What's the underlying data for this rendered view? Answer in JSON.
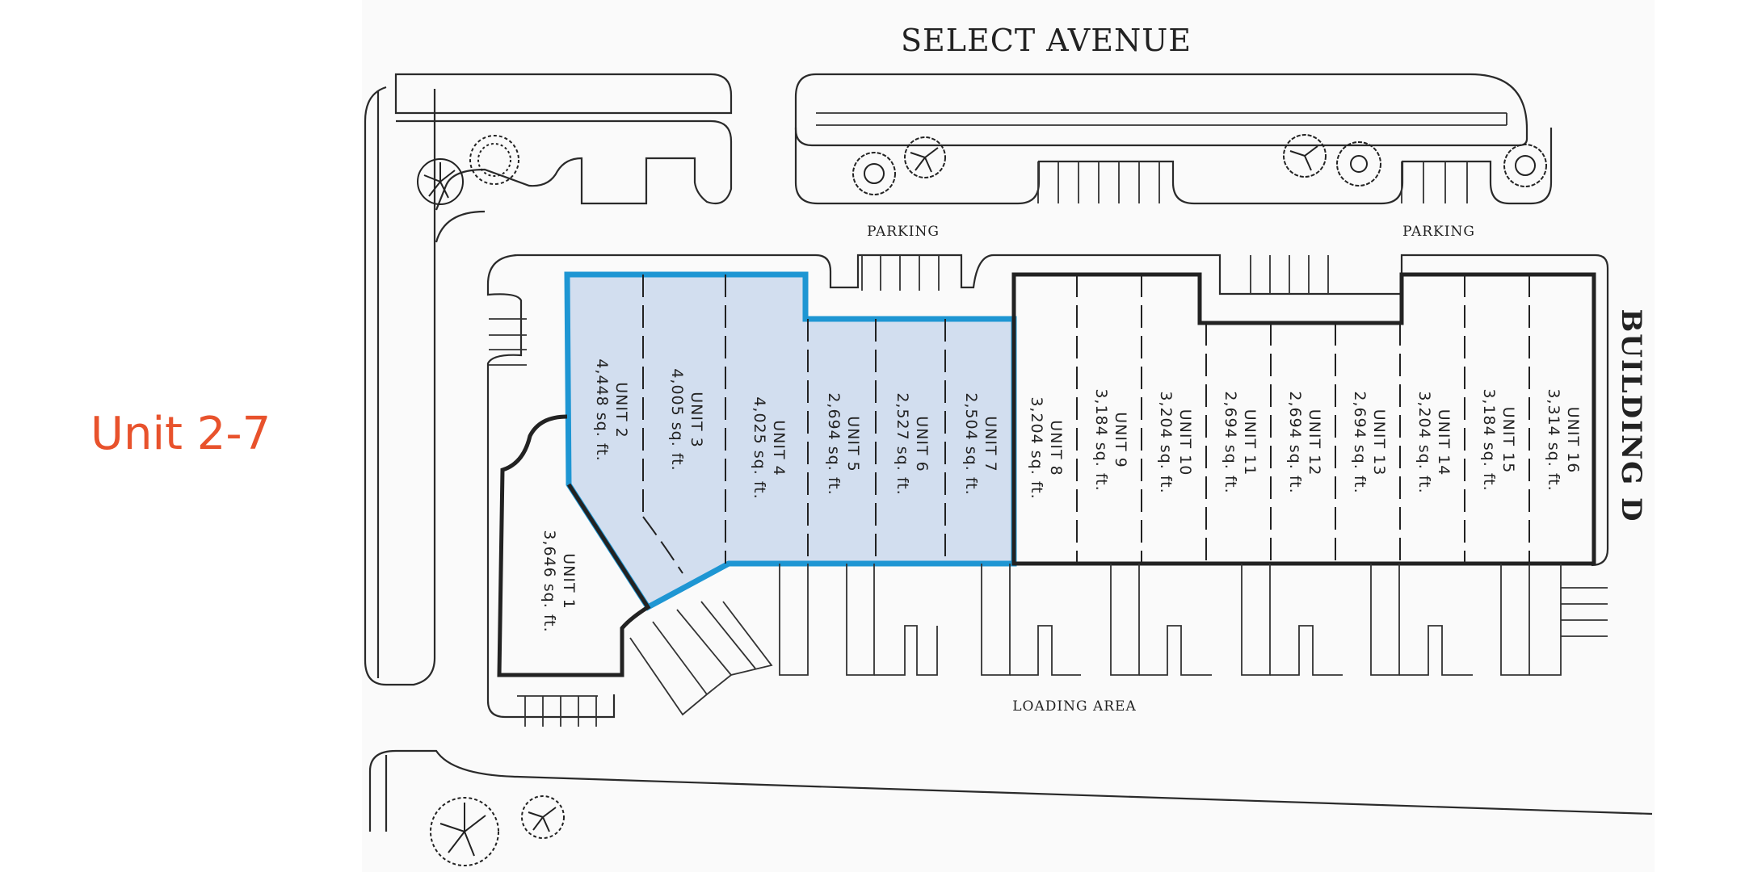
{
  "sidebar_label": "Unit 2-7",
  "plan": {
    "street_name": "SELECT AVENUE",
    "building_label": "BUILDING D",
    "parking_label": "PARKING",
    "loading_label": "LOADING AREA",
    "highlight_color": "#1e96d3",
    "highlight_fill": "#d2deef",
    "units": [
      {
        "name": "UNIT 1",
        "area": "3,646 sq. ft."
      },
      {
        "name": "UNIT 2",
        "area": "4,448 sq. ft."
      },
      {
        "name": "UNIT 3",
        "area": "4,005 sq. ft."
      },
      {
        "name": "UNIT 4",
        "area": "4,025 sq. ft."
      },
      {
        "name": "UNIT 5",
        "area": "2,694 sq. ft."
      },
      {
        "name": "UNIT 6",
        "area": "2,527 sq. ft."
      },
      {
        "name": "UNIT 7",
        "area": "2,504 sq. ft."
      },
      {
        "name": "UNIT 8",
        "area": "3,204 sq. ft."
      },
      {
        "name": "UNIT 9",
        "area": "3,184 sq. ft."
      },
      {
        "name": "UNIT 10",
        "area": "3,204 sq. ft."
      },
      {
        "name": "UNIT 11",
        "area": "2,694 sq. ft."
      },
      {
        "name": "UNIT 12",
        "area": "2,694 sq. ft."
      },
      {
        "name": "UNIT 13",
        "area": "2,694 sq. ft."
      },
      {
        "name": "UNIT 14",
        "area": "3,204 sq. ft."
      },
      {
        "name": "UNIT 15",
        "area": "3,184 sq. ft."
      },
      {
        "name": "UNIT 16",
        "area": "3,314 sq. ft."
      }
    ]
  }
}
